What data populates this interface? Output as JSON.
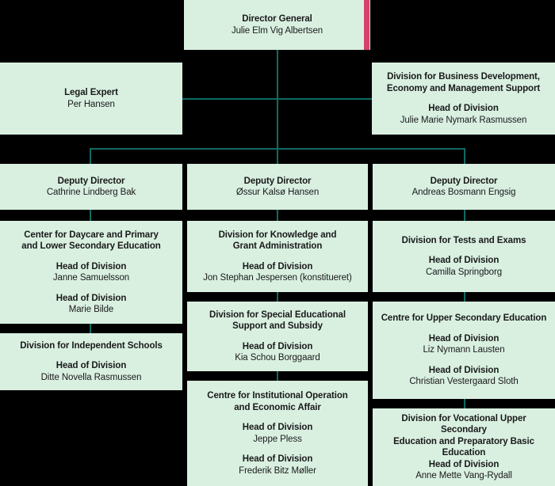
{
  "chart_data": {
    "type": "diagram",
    "title": "Organisational chart",
    "colors": {
      "box_fill": "#d9f0e1",
      "background": "#000000",
      "connector": "#0e6b63",
      "accent": "#d6436a",
      "text": "#1a1a1a"
    },
    "nodes": [
      {
        "id": "director-general",
        "title": "Director General",
        "person": "Julie Elm Vig Albertsen",
        "level": 0,
        "accent": true
      },
      {
        "id": "legal-expert",
        "title": "Legal Expert",
        "person": "Per Hansen",
        "level": 1,
        "column": "left"
      },
      {
        "id": "business-development",
        "title": "Division for Business Development, Economy and Management Support",
        "role": "Head of Division",
        "person": "Julie Marie Nymark Rasmussen",
        "level": 1,
        "column": "right"
      },
      {
        "id": "deputy-director-left",
        "title": "Deputy Director",
        "person": "Cathrine Lindberg Bak",
        "level": 2,
        "column": "left"
      },
      {
        "id": "deputy-director-middle",
        "title": "Deputy Director",
        "person": "Øssur Kalsø Hansen",
        "level": 2,
        "column": "middle"
      },
      {
        "id": "deputy-director-right",
        "title": "Deputy Director",
        "person": "Andreas Bosmann Engsig",
        "level": 2,
        "column": "right"
      }
    ]
  },
  "director_general": {
    "title": "Director General",
    "person": "Julie Elm Vig Albertsen"
  },
  "legal_expert": {
    "title": "Legal Expert",
    "person": "Per Hansen"
  },
  "business_development": {
    "title_line1": "Division for Business Development,",
    "title_line2": "Economy and Management Support",
    "role": "Head of Division",
    "person": "Julie Marie Nymark Rasmussen"
  },
  "deputies": {
    "left": {
      "title": "Deputy Director",
      "person": "Cathrine Lindberg Bak"
    },
    "middle": {
      "title": "Deputy Director",
      "person": "Øssur Kalsø Hansen"
    },
    "right": {
      "title": "Deputy Director",
      "person": "Andreas Bosmann Engsig"
    }
  },
  "left_column": {
    "daycare": {
      "title_line1": "Center for Daycare and Primary",
      "title_line2": "and Lower Secondary Education",
      "role1": "Head of Division",
      "person1": "Janne Samuelsson",
      "role2": "Head of Division",
      "person2": "Marie Bilde"
    },
    "independent_schools": {
      "title": "Division for Independent Schools",
      "role": "Head of Division",
      "person": "Ditte Novella Rasmussen"
    }
  },
  "middle_column": {
    "knowledge_grant": {
      "title_line1": "Division for Knowledge and",
      "title_line2": "Grant Administration",
      "role": "Head of Division",
      "person": "Jon Stephan Jespersen (konstitueret)"
    },
    "special_education": {
      "title_line1": "Division for Special Educational",
      "title_line2": "Support and Subsidy",
      "role": "Head of Division",
      "person": "Kia Schou Borggaard"
    },
    "institutional": {
      "title_line1": "Centre for Institutional Operation",
      "title_line2": "and Economic Affair",
      "role1": "Head of Division",
      "person1": "Jeppe Pless",
      "role2": "Head of Division",
      "person2": "Frederik Bitz Møller"
    }
  },
  "right_column": {
    "tests_exams": {
      "title": "Division for Tests and Exams",
      "role": "Head of Division",
      "person": "Camilla Springborg"
    },
    "upper_secondary": {
      "title": "Centre for Upper Secondary Education",
      "role1": "Head of Division",
      "person1": "Liz Nymann Lausten",
      "role2": "Head of Division",
      "person2": "Christian Vestergaard Sloth"
    },
    "vocational": {
      "title_line1": "Division for Vocational Upper Secondary",
      "title_line2": "Education and Preparatory Basic Education",
      "role": "Head of Division",
      "person": "Anne Mette Vang-Rydall"
    }
  }
}
